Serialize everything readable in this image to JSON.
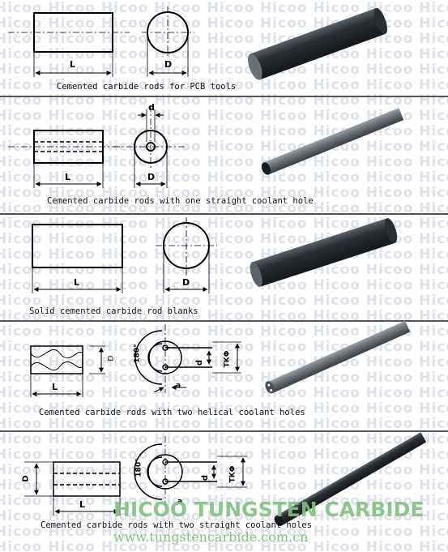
{
  "watermark_word": "Hicoo",
  "panels": [
    {
      "caption": "Cemented carbide rods for PCB tools",
      "labels": {
        "length": "L",
        "diameter": "D"
      }
    },
    {
      "caption": "Cemented carbide rods with one straight coolant hole",
      "labels": {
        "length": "L",
        "diameter": "D",
        "hole": "d"
      }
    },
    {
      "caption": "Solid cemented carbide rod blanks",
      "labels": {
        "length": "L",
        "diameter": "D"
      }
    },
    {
      "caption": "Cemented carbide rods with two helical coolant holes",
      "labels": {
        "length": "L",
        "diameter": "D",
        "angle": "180°",
        "hole": "d",
        "pitch": "TKΦ",
        "offset": "a"
      }
    },
    {
      "caption": "Cemented carbide rods with two straight coolant holes",
      "labels": {
        "length": "L",
        "diameter": "D",
        "angle": "180°",
        "hole": "d",
        "pitch": "TKΦ",
        "offset": "a"
      }
    }
  ],
  "footer": {
    "brand": "HICOO TUNGSTEN CARBIDE",
    "url": "www.tungstencarbide.com.cn"
  },
  "colors": {
    "rod": "#3a3f45",
    "watermark": "#dde2ea",
    "brand": "#7fc27f"
  }
}
